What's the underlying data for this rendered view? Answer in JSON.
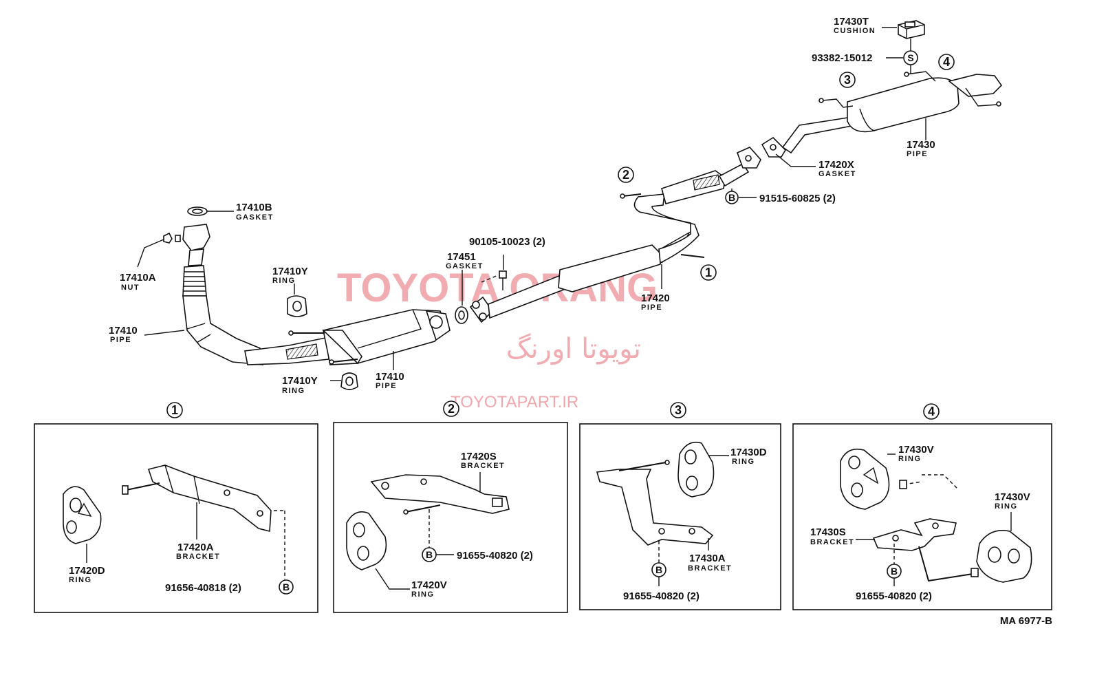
{
  "callouts": {
    "p17410B": {
      "number": "17410B",
      "name": "GASKET"
    },
    "p17410A": {
      "number": "17410A",
      "name": "NUT"
    },
    "p17410_flex": {
      "number": "17410",
      "name": "PIPE"
    },
    "p17410Y_top": {
      "number": "17410Y",
      "name": "RING"
    },
    "p17410Y_bot": {
      "number": "17410Y",
      "name": "RING"
    },
    "p17410_main": {
      "number": "17410",
      "name": "PIPE"
    },
    "p17451": {
      "number": "17451",
      "name": "GASKET"
    },
    "p90105": {
      "number": "90105-10023 (2)"
    },
    "p17420": {
      "number": "17420",
      "name": "PIPE"
    },
    "p91515": {
      "number": "91515-60825 (2)",
      "symbol": "B"
    },
    "p17420X": {
      "number": "17420X",
      "name": "GASKET"
    },
    "p17430": {
      "number": "17430",
      "name": "PIPE"
    },
    "p93382": {
      "number": "93382-15012",
      "symbol": "S"
    },
    "p17430T": {
      "number": "17430T",
      "name": "CUSHION"
    }
  },
  "view_markers": [
    "1",
    "2",
    "3",
    "4"
  ],
  "details": [
    {
      "marker": "1",
      "parts": [
        {
          "number": "17420D",
          "name": "RING"
        },
        {
          "number": "17420A",
          "name": "BRACKET"
        },
        {
          "number": "91656-40818 (2)",
          "symbol": "B"
        }
      ]
    },
    {
      "marker": "2",
      "parts": [
        {
          "number": "17420S",
          "name": "BRACKET"
        },
        {
          "number": "91655-40820 (2)",
          "symbol": "B"
        },
        {
          "number": "17420V",
          "name": "RING"
        }
      ]
    },
    {
      "marker": "3",
      "parts": [
        {
          "number": "17430D",
          "name": "RING"
        },
        {
          "number": "17430A",
          "name": "BRACKET"
        },
        {
          "number": "91655-40820 (2)",
          "symbol": "B"
        }
      ]
    },
    {
      "marker": "4",
      "parts": [
        {
          "number": "17430V",
          "name": "RING"
        },
        {
          "number": "17430V",
          "name": "RING"
        },
        {
          "number": "17430S",
          "name": "BRACKET"
        },
        {
          "number": "91655-40820 (2)",
          "symbol": "B"
        }
      ]
    }
  ],
  "watermark": {
    "brand_latin": "TOYOTA ORANG",
    "brand_persian": "تویوتا اورنگ",
    "site": "TOYOTAPART.IR"
  },
  "drawing_code": "MA 6977-B",
  "colors": {
    "line": "#111111",
    "watermark": "#ef9ea4",
    "background": "#ffffff"
  }
}
